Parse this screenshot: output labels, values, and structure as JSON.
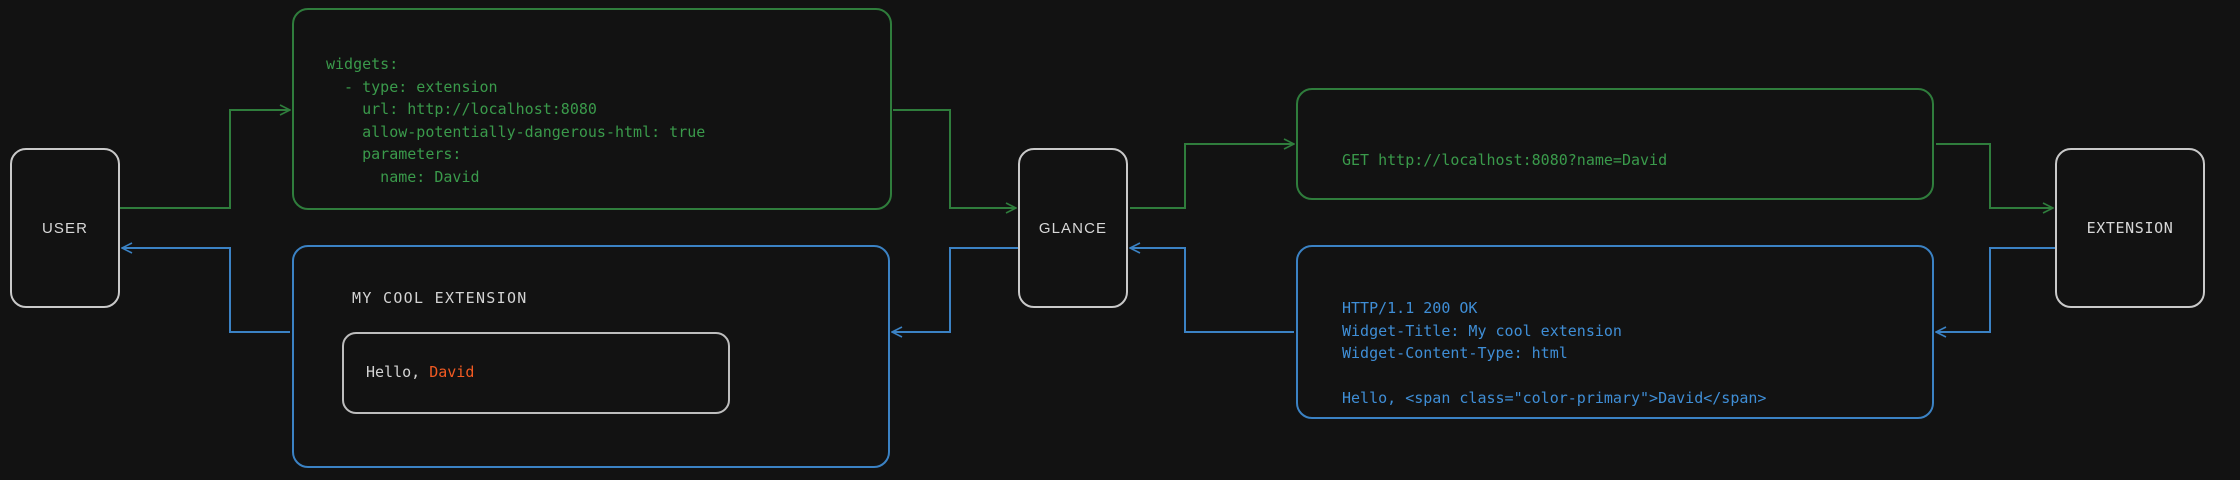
{
  "theme": {
    "background": "#121212",
    "node_border": "#c9c9c9",
    "node_text": "#d8d8d8",
    "request_color": "#3a9a4b",
    "response_color": "#3f8ed6",
    "accent_color": "#f15a22",
    "card_border": "#bdbdbd"
  },
  "nodes": [
    {
      "id": "user",
      "label": "USER"
    },
    {
      "id": "glance",
      "label": "GLANCE"
    },
    {
      "id": "extension",
      "label": "EXTENSION"
    }
  ],
  "messages": {
    "yaml_config": {
      "color": "#3a9a4b",
      "text": "widgets:\n  - type: extension\n    url: http://localhost:8080\n    allow-potentially-dangerous-html: true\n    parameters:\n      name: David"
    },
    "http_request": {
      "color": "#3a9a4b",
      "text": "GET http://localhost:8080?name=David"
    },
    "http_response": {
      "color": "#3f8ed6",
      "text": "HTTP/1.1 200 OK\nWidget-Title: My cool extension\nWidget-Content-Type: html\n\nHello, <span class=\"color-primary\">David</span>"
    },
    "rendered_widget": {
      "color": "#3f8ed6",
      "title": "MY COOL EXTENSION",
      "card_text_prefix": "Hello, ",
      "card_text_accent": "David"
    }
  },
  "connectors": [
    {
      "id": "user-to-yaml",
      "from": "user",
      "to": "yaml-config",
      "color": "#3a9a4b",
      "direction": "forward"
    },
    {
      "id": "yaml-to-glance",
      "from": "yaml-config",
      "to": "glance",
      "color": "#3a9a4b",
      "direction": "forward"
    },
    {
      "id": "glance-to-get",
      "from": "glance",
      "to": "http-request",
      "color": "#3a9a4b",
      "direction": "forward"
    },
    {
      "id": "get-to-extension",
      "from": "http-request",
      "to": "extension",
      "color": "#3a9a4b",
      "direction": "forward"
    },
    {
      "id": "extension-to-response",
      "from": "extension",
      "to": "http-response",
      "color": "#3f8ed6",
      "direction": "forward"
    },
    {
      "id": "response-to-glance",
      "from": "http-response",
      "to": "glance",
      "color": "#3f8ed6",
      "direction": "forward"
    },
    {
      "id": "glance-to-widget",
      "from": "glance",
      "to": "rendered-widget",
      "color": "#3f8ed6",
      "direction": "forward"
    },
    {
      "id": "widget-to-user",
      "from": "rendered-widget",
      "to": "user",
      "color": "#3f8ed6",
      "direction": "forward"
    }
  ]
}
